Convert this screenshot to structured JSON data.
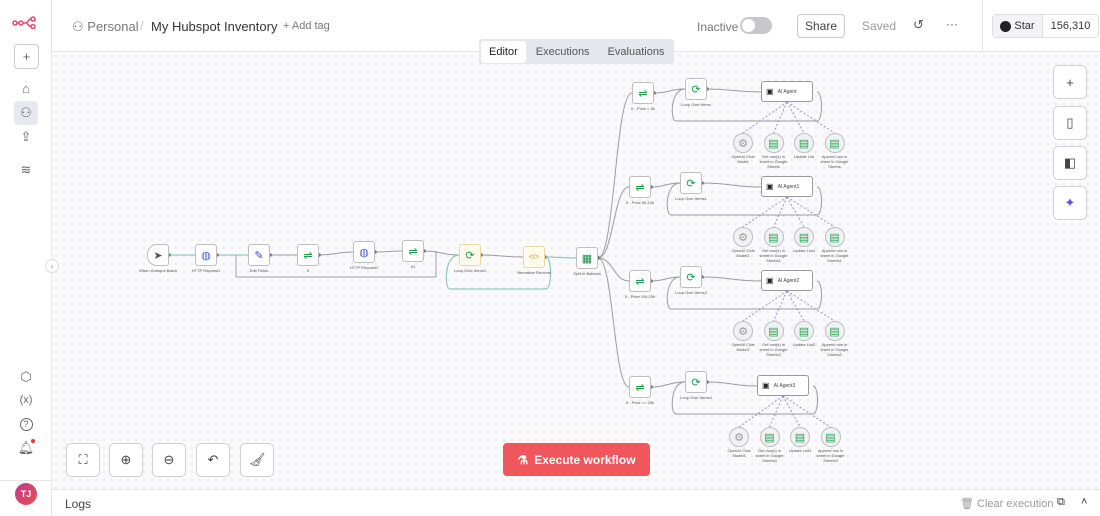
{
  "app": {
    "logo": "n8n-logo",
    "accent": "#ea4b71"
  },
  "sidebar": {
    "items": [
      {
        "name": "add",
        "icon": "plus-icon"
      },
      {
        "name": "home",
        "icon": "home-icon"
      },
      {
        "name": "personal",
        "icon": "user-icon"
      },
      {
        "name": "shared",
        "icon": "share-icon"
      },
      {
        "name": "projects",
        "icon": "layers-icon"
      },
      {
        "name": "templates",
        "icon": "cube-icon"
      },
      {
        "name": "variables",
        "icon": "variables-icon",
        "glyph": "(x)"
      },
      {
        "name": "help",
        "icon": "help-icon",
        "glyph": "?"
      },
      {
        "name": "notifications",
        "icon": "bell-icon"
      }
    ],
    "avatar": "TJ"
  },
  "header": {
    "project": "Personal",
    "separator": "/",
    "workflow_name": "My Hubspot Inventory",
    "add_tag": "+ Add tag",
    "status_label": "Inactive",
    "active": false,
    "share": "Share",
    "saved": "Saved",
    "more": "···",
    "github_star": "Star",
    "star_count": "156,310"
  },
  "tabs": [
    {
      "label": "Editor",
      "active": true
    },
    {
      "label": "Executions"
    },
    {
      "label": "Evaluations"
    }
  ],
  "workflow": {
    "nodes": [
      {
        "id": "n1",
        "label": "When Hubspot Batch",
        "kind": "trigger",
        "icon": "cursor-icon"
      },
      {
        "id": "n2",
        "label": "HTTP Request1",
        "kind": "node",
        "icon": "globe-icon"
      },
      {
        "id": "n3",
        "label": "Edit Fields",
        "kind": "node",
        "icon": "pencil-icon"
      },
      {
        "id": "n4",
        "label": "If",
        "kind": "node",
        "icon": "if-icon"
      },
      {
        "id": "n5",
        "label": "HTTP Request2",
        "kind": "node",
        "icon": "globe-icon"
      },
      {
        "id": "n6",
        "label": "If1",
        "kind": "node",
        "icon": "if-icon"
      },
      {
        "id": "n7",
        "label": "Loop Over Items3",
        "kind": "node",
        "icon": "loop-icon"
      },
      {
        "id": "n8",
        "label": "Normalize Records",
        "kind": "node",
        "icon": "code-icon"
      },
      {
        "id": "n9",
        "label": "Split to Batches",
        "kind": "node",
        "icon": "grid-icon"
      },
      {
        "id": "a1",
        "label": "If - Price < 5k",
        "kind": "node",
        "icon": "if-icon"
      },
      {
        "id": "a2",
        "label": "Loop Over Items",
        "kind": "node",
        "icon": "loop-icon"
      },
      {
        "id": "a3",
        "label": "AI Agent",
        "kind": "agent",
        "icon": "robot-icon"
      },
      {
        "id": "a4",
        "label": "OpenAI Chat Model",
        "kind": "sub",
        "icon": "openai-icon"
      },
      {
        "id": "a5",
        "label": "Get row(s) in sheet in Google Sheets",
        "kind": "sub",
        "icon": "sheets-icon"
      },
      {
        "id": "a6",
        "label": "Update List",
        "kind": "sub",
        "icon": "sheets-icon"
      },
      {
        "id": "a7",
        "label": "Append row in sheet in Google Sheets",
        "kind": "sub",
        "icon": "sheets-icon"
      },
      {
        "id": "b1",
        "label": "If - Price 5k-10k",
        "kind": "node",
        "icon": "if-icon"
      },
      {
        "id": "b2",
        "label": "Loop Over Items1",
        "kind": "node",
        "icon": "loop-icon"
      },
      {
        "id": "b3",
        "label": "AI Agent1",
        "kind": "agent",
        "icon": "robot-icon"
      },
      {
        "id": "b4",
        "label": "OpenAI Chat Model1",
        "kind": "sub",
        "icon": "openai-icon"
      },
      {
        "id": "b5",
        "label": "Get row(s) in sheet in Google Sheets1",
        "kind": "sub",
        "icon": "sheets-icon"
      },
      {
        "id": "b6",
        "label": "Update List1",
        "kind": "sub",
        "icon": "sheets-icon"
      },
      {
        "id": "b7",
        "label": "Append row in sheet in Google Sheets1",
        "kind": "sub",
        "icon": "sheets-icon"
      },
      {
        "id": "c1",
        "label": "If - Price 10k-25k",
        "kind": "node",
        "icon": "if-icon"
      },
      {
        "id": "c2",
        "label": "Loop Over Items2",
        "kind": "node",
        "icon": "loop-icon"
      },
      {
        "id": "c3",
        "label": "AI Agent2",
        "kind": "agent",
        "icon": "robot-icon"
      },
      {
        "id": "c4",
        "label": "OpenAI Chat Model2",
        "kind": "sub",
        "icon": "openai-icon"
      },
      {
        "id": "c5",
        "label": "Get row(s) in sheet in Google Sheets2",
        "kind": "sub",
        "icon": "sheets-icon"
      },
      {
        "id": "c6",
        "label": "Update List2",
        "kind": "sub",
        "icon": "sheets-icon"
      },
      {
        "id": "c7",
        "label": "Append row in sheet in Google Sheets2",
        "kind": "sub",
        "icon": "sheets-icon"
      },
      {
        "id": "d1",
        "label": "If - Price >= 25k",
        "kind": "node",
        "icon": "if-icon"
      },
      {
        "id": "d2",
        "label": "Loop Over Items4",
        "kind": "node",
        "icon": "loop-icon"
      },
      {
        "id": "d3",
        "label": "AI Agent3",
        "kind": "agent",
        "icon": "robot-icon"
      },
      {
        "id": "d4",
        "label": "OpenAI Chat Model3",
        "kind": "sub",
        "icon": "openai-icon"
      },
      {
        "id": "d5",
        "label": "Get row(s) in sheet in Google Sheets3",
        "kind": "sub",
        "icon": "sheets-icon"
      },
      {
        "id": "d6",
        "label": "Update List3",
        "kind": "sub",
        "icon": "sheets-icon"
      },
      {
        "id": "d7",
        "label": "Append row in sheet in Google Sheets3",
        "kind": "sub",
        "icon": "sheets-icon"
      }
    ],
    "connections": [
      [
        "n1",
        "n2"
      ],
      [
        "n2",
        "n3"
      ],
      [
        "n3",
        "n4"
      ],
      [
        "n4",
        "n5"
      ],
      [
        "n5",
        "n6"
      ],
      [
        "n6",
        "n7"
      ],
      [
        "n7",
        "n8"
      ],
      [
        "n8",
        "n9"
      ],
      [
        "n9",
        "a1"
      ],
      [
        "n9",
        "b1"
      ],
      [
        "n9",
        "c1"
      ],
      [
        "n9",
        "d1"
      ],
      [
        "a1",
        "a2"
      ],
      [
        "a2",
        "a3"
      ],
      [
        "b1",
        "b2"
      ],
      [
        "b2",
        "b3"
      ],
      [
        "c1",
        "c2"
      ],
      [
        "c2",
        "c3"
      ],
      [
        "d1",
        "d2"
      ],
      [
        "d2",
        "d3"
      ]
    ],
    "sub_connections": [
      [
        "a3",
        "a4"
      ],
      [
        "a3",
        "a5"
      ],
      [
        "a3",
        "a6"
      ],
      [
        "a3",
        "a7"
      ],
      [
        "b3",
        "b4"
      ],
      [
        "b3",
        "b5"
      ],
      [
        "b3",
        "b6"
      ],
      [
        "b3",
        "b7"
      ],
      [
        "c3",
        "c4"
      ],
      [
        "c3",
        "c5"
      ],
      [
        "c3",
        "c6"
      ],
      [
        "c3",
        "c7"
      ],
      [
        "d3",
        "d4"
      ],
      [
        "d3",
        "d5"
      ],
      [
        "d3",
        "d6"
      ],
      [
        "d3",
        "d7"
      ]
    ]
  },
  "canvas_controls": {
    "zoom_to_fit": "fit-icon",
    "zoom_in": "zoom-in-icon",
    "zoom_out": "zoom-out-icon",
    "undo": "undo-icon",
    "tidy": "broom-icon"
  },
  "right_controls": [
    "plus-icon",
    "sticky-note-icon",
    "panel-icon",
    "sparkle-icon"
  ],
  "execute": {
    "label": "Execute workflow",
    "color": "#f0575d"
  },
  "logs": {
    "title": "Logs",
    "clear": "Clear execution"
  }
}
